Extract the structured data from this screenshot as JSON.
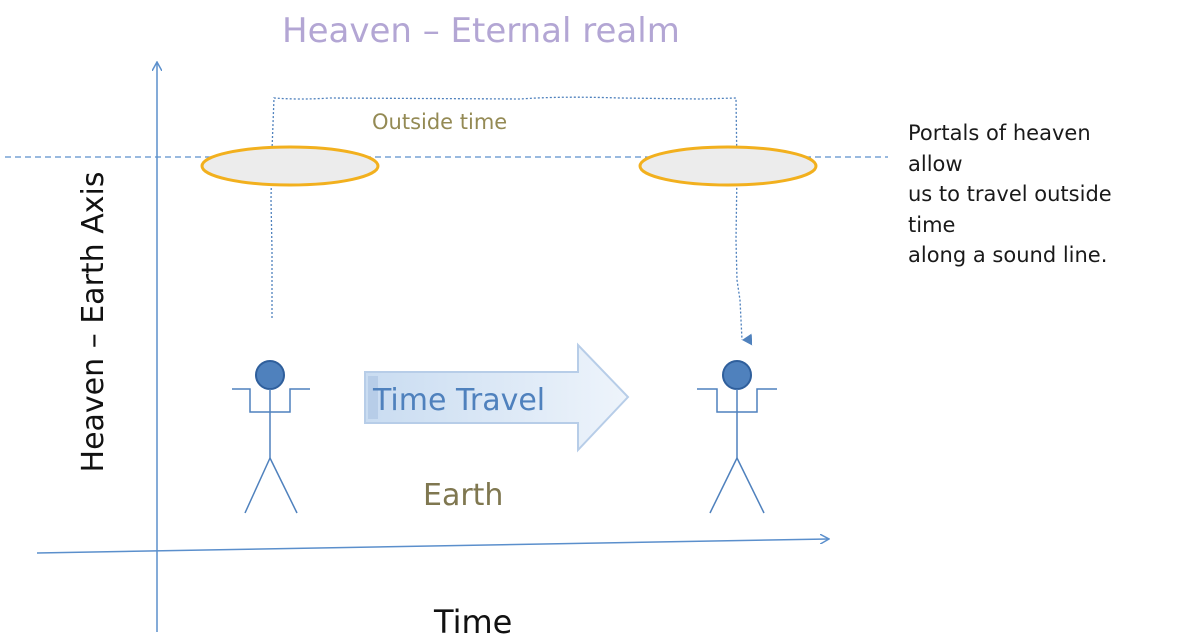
{
  "heaven_title": "Heaven – Eternal realm",
  "outside_time_label": "Outside time",
  "time_travel_label": "Time Travel",
  "earth_label": "Earth",
  "y_axis_label": "Heaven – Earth Axis",
  "x_axis_label": "Time",
  "caption_lines": [
    "Portals of heaven",
    "allow",
    "us to travel outside",
    "time",
    "along a sound line."
  ],
  "colors": {
    "heaven_title": "#b3a6d4",
    "outside_time": "#948a54",
    "earth": "#7f7750",
    "axis": "#5b8fcc",
    "portal_stroke": "#f2b01e",
    "portal_fill": "#ececec",
    "figure": "#4f81bd",
    "arrow_fill": "#dce8f5",
    "arrow_stroke": "#b7cde8",
    "time_travel_text": "#4f81bd"
  },
  "icons": [
    "person-figure-left-icon",
    "person-figure-right-icon",
    "portal-left-icon",
    "portal-right-icon",
    "time-travel-arrow-icon"
  ]
}
